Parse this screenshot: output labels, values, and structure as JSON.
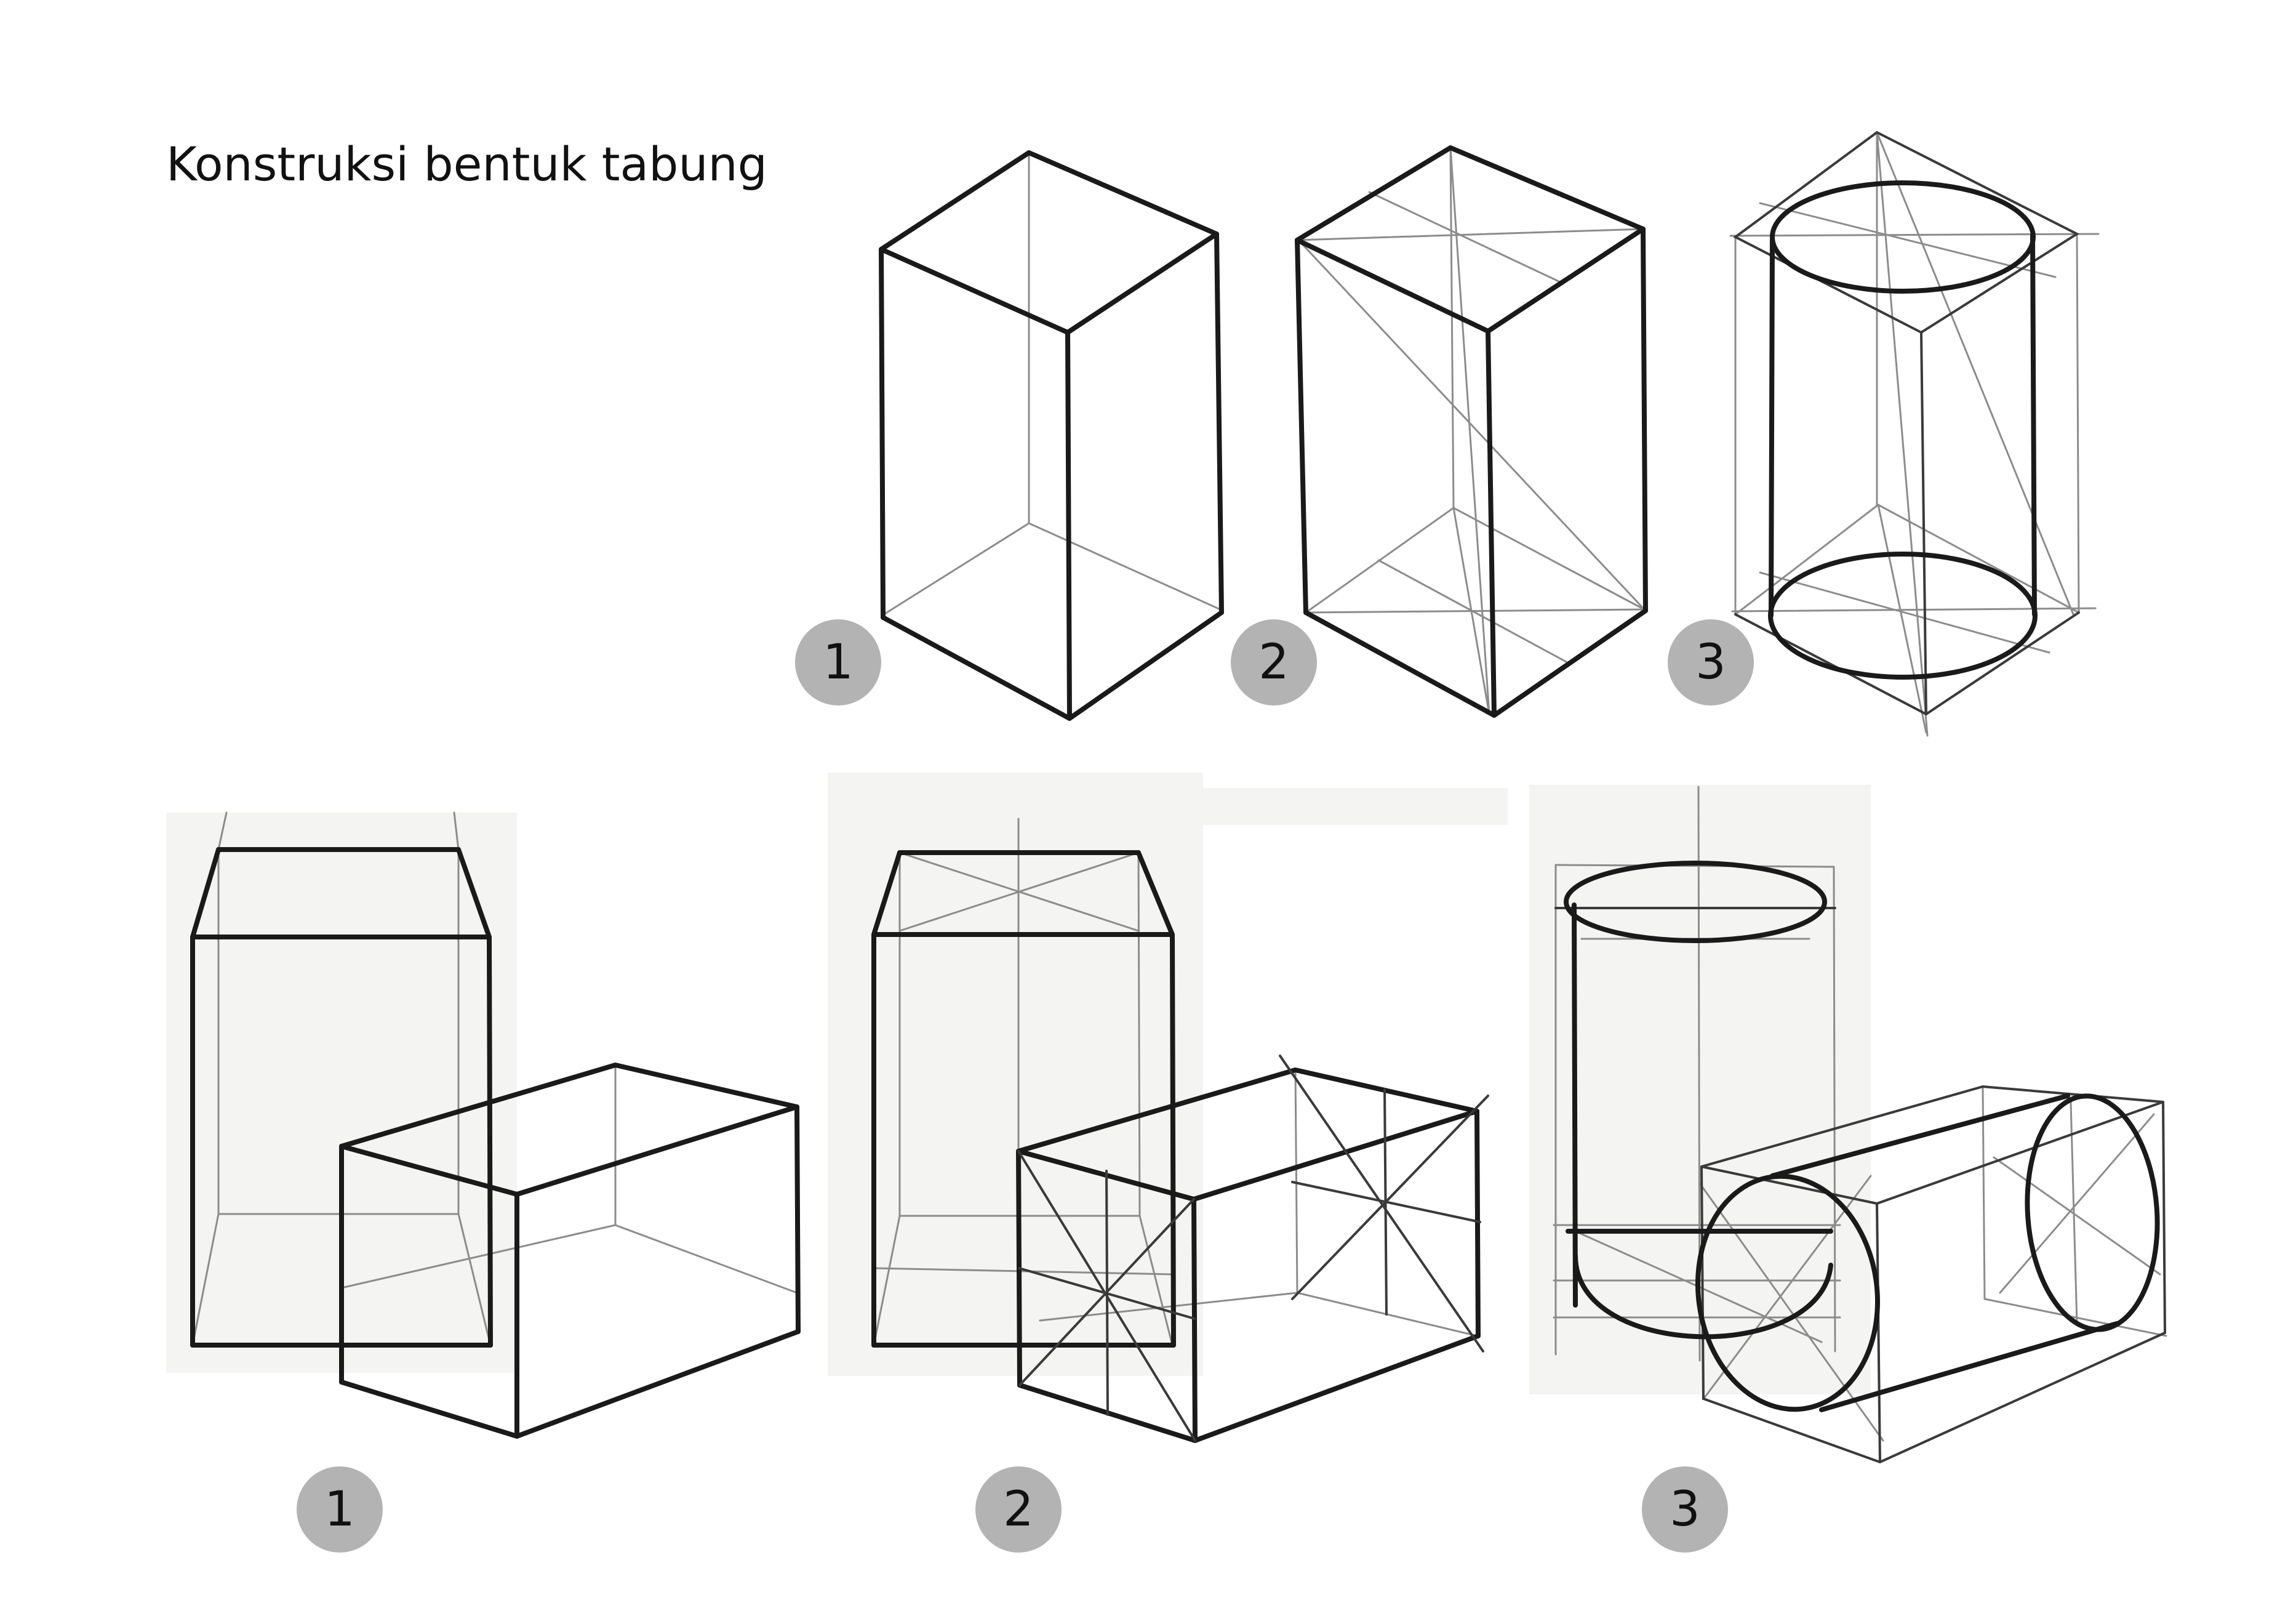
{
  "title": "Konstruksi bentuk tabung",
  "top_row": {
    "steps": [
      {
        "number": "1"
      },
      {
        "number": "2"
      },
      {
        "number": "3"
      }
    ]
  },
  "bottom_row": {
    "steps": [
      {
        "number": "1"
      },
      {
        "number": "2"
      },
      {
        "number": "3"
      }
    ]
  },
  "colors": {
    "badge": "#b3b3b3",
    "stroke": "#1a1a1a",
    "guide": "#8c8c8c"
  }
}
